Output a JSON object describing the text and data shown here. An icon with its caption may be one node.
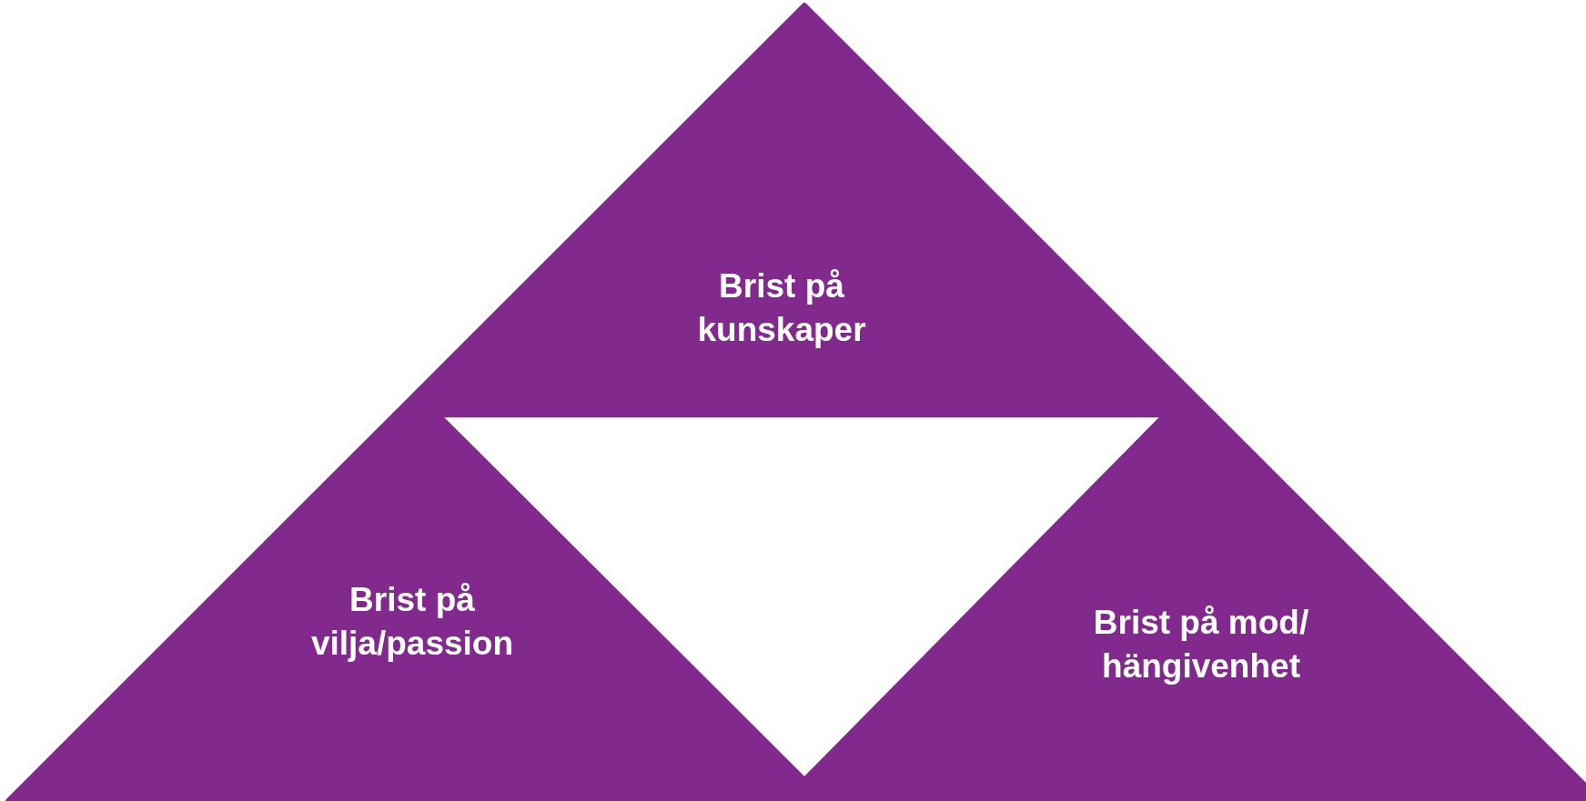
{
  "diagram": {
    "nodes": [
      {
        "text": [
          "Brist på kunskaper"
        ]
      },
      {
        "text": [
          "Brist på vilja/passion"
        ]
      },
      {
        "text": [
          "Brist på mod/ hängivenhet"
        ]
      }
    ]
  }
}
